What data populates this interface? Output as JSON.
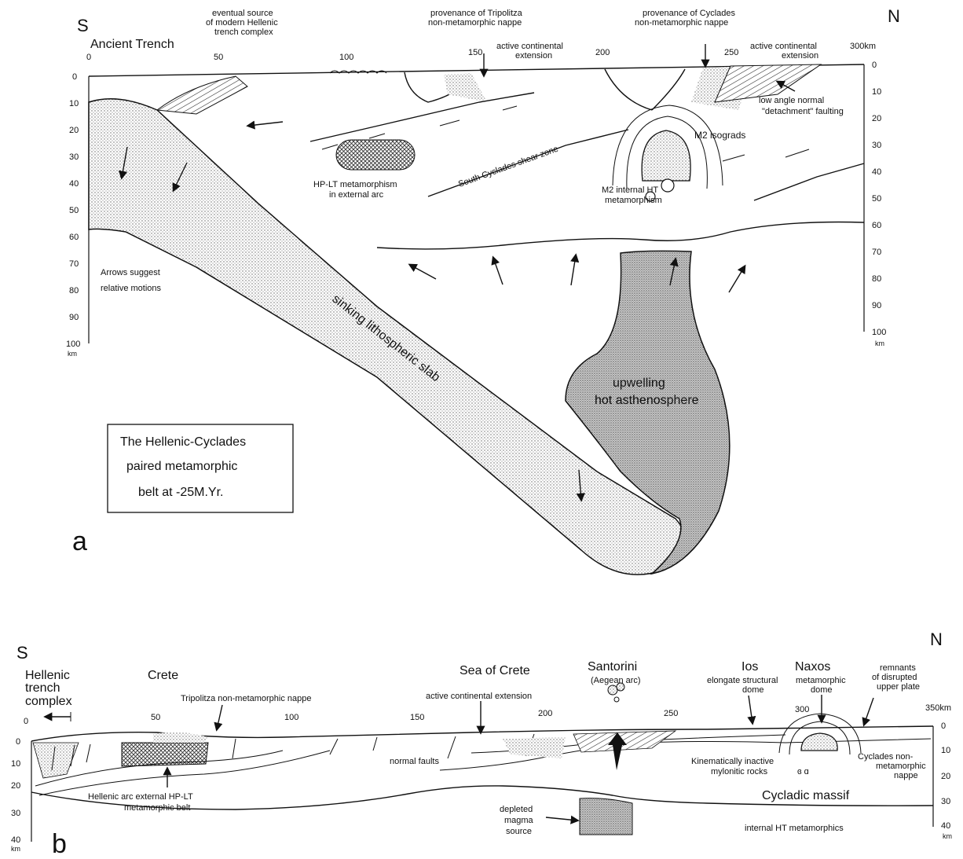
{
  "panel_a": {
    "south": "S",
    "north": "N",
    "panel_letter": "a",
    "ancient_trench": "Ancient Trench",
    "top_scale": [
      "0",
      "50",
      "100",
      "150",
      "200",
      "250",
      "300km"
    ],
    "depth_left": [
      "0",
      "10",
      "20",
      "30",
      "40",
      "50",
      "60",
      "70",
      "80",
      "90",
      "100",
      "km"
    ],
    "depth_right": [
      "0",
      "10",
      "20",
      "30",
      "40",
      "50",
      "60",
      "70",
      "80",
      "90",
      "100",
      "km"
    ],
    "labels": {
      "eventual_source": [
        "eventual source",
        "of modern Hellenic",
        "trench complex"
      ],
      "tripolitza": [
        "provenance of Tripolitza",
        "non-metamorphic nappe"
      ],
      "active_ext_1": [
        "active continental",
        "extension"
      ],
      "cyclades_prov": [
        "provenance of Cyclades",
        "non-metamorphic nappe"
      ],
      "active_ext_2": [
        "active continental",
        "extension"
      ],
      "low_angle": [
        "low angle normal",
        "\"detachment\" faulting"
      ],
      "m2_isograds": "M2 isograds",
      "shear_zone": "South Cyclades shear zone",
      "hp_lt": [
        "HP-LT metamorphism",
        "in external arc"
      ],
      "m2_internal": [
        "M2 internal HT",
        "metamorphism"
      ],
      "arrows_suggest": [
        "Arrows suggest",
        "relative motions"
      ],
      "slab": "sinking lithospheric slab",
      "upwelling": [
        "upwelling",
        "hot asthenosphere"
      ]
    },
    "title_box": [
      "The Hellenic-Cyclades",
      "paired metamorphic",
      "belt at -25M.Yr."
    ]
  },
  "panel_b": {
    "south": "S",
    "north": "N",
    "panel_letter": "b",
    "top_scale": [
      "0",
      "50",
      "100",
      "150",
      "200",
      "250",
      "300",
      "350km"
    ],
    "depth_left": [
      "0",
      "10",
      "20",
      "30",
      "40",
      "km"
    ],
    "depth_right": [
      "0",
      "10",
      "20",
      "30",
      "40",
      "km"
    ],
    "labels": {
      "trench": [
        "Hellenic",
        "trench",
        "complex"
      ],
      "crete": "Crete",
      "tripolitza": "Tripolitza non-metamorphic nappe",
      "sea_of_crete": "Sea of Crete",
      "active_ext": "active continental extension",
      "santorini": "Santorini",
      "aegean_arc": "(Aegean arc)",
      "ios": "Ios",
      "ios_desc": [
        "elongate structural",
        "dome"
      ],
      "naxos": "Naxos",
      "naxos_desc": [
        "metamorphic",
        "dome"
      ],
      "remnants": [
        "remnants",
        "of disrupted",
        "upper plate"
      ],
      "normal_faults": "normal faults",
      "kinematic": [
        "Kinematically  inactive",
        "mylonitic rocks"
      ],
      "cyclades_nappe": [
        "Cyclades non-",
        "metamorphic",
        "nappe"
      ],
      "hellenic_belt": [
        "Hellenic arc external HP-LT",
        "metamorphic belt"
      ],
      "cycladic_massif": "Cycladic massif",
      "depleted": [
        "depleted",
        "magma",
        "source"
      ],
      "internal_ht": "internal HT metamorphics"
    }
  }
}
